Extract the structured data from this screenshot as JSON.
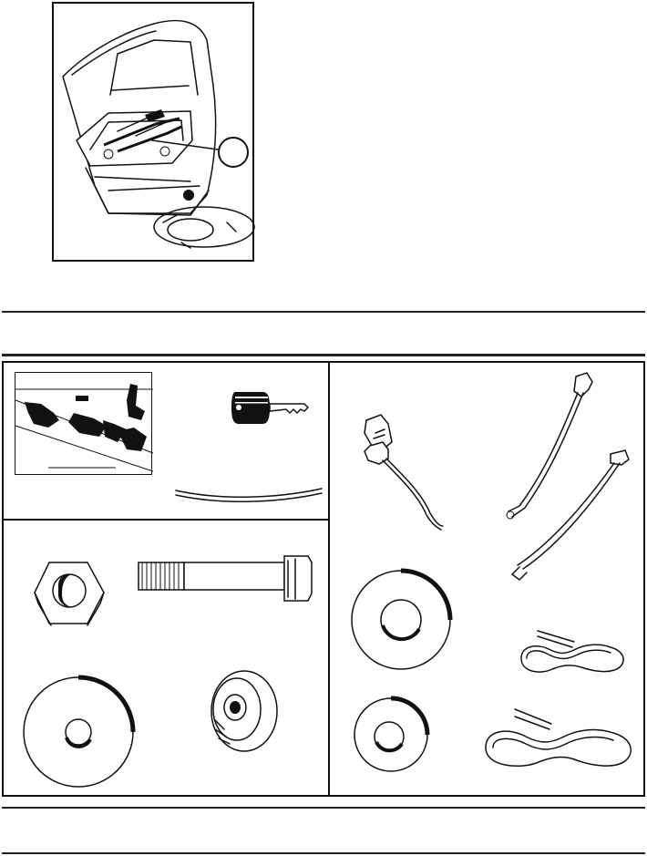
{
  "page": {
    "figure_top": {
      "callout_label": ""
    },
    "parts_section": {
      "sidebar_note": ""
    }
  },
  "parts": [
    {
      "name": "decal"
    },
    {
      "name": "ignition-key"
    },
    {
      "name": "cable-rod"
    },
    {
      "name": "hex-nut"
    },
    {
      "name": "hex-bolt"
    },
    {
      "name": "flat-washer-large"
    },
    {
      "name": "spacer"
    },
    {
      "name": "rod-with-handle"
    },
    {
      "name": "lift-rod-long"
    },
    {
      "name": "lift-rod-short"
    },
    {
      "name": "washer-medium"
    },
    {
      "name": "washer-small"
    },
    {
      "name": "hairpin-clip-small"
    },
    {
      "name": "hairpin-clip-large"
    }
  ],
  "colors": {
    "ink": "#111111",
    "paper": "#ffffff"
  }
}
